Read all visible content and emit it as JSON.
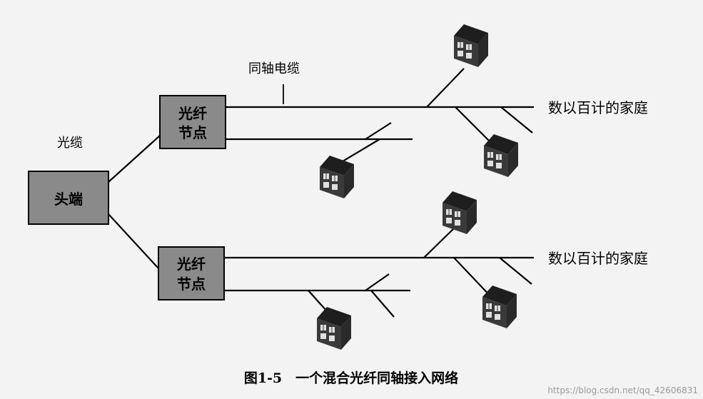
{
  "diagram": {
    "head_label": "头端",
    "fiber_node_line1": "光纤",
    "fiber_node_line2": "节点",
    "fiber_cable_label": "光缆",
    "coax_cable_label": "同轴电缆",
    "homes_label": "数以百计的家庭",
    "caption": "图1-5　一个混合光纤同轴接入网络",
    "watermark": "https://blog.csdn.net/qq_42606831"
  },
  "colors": {
    "box_fill": "#8a8a8a",
    "line": "#000000",
    "house_roof": "#1e1e1e",
    "house_wall": "#3a3a3a",
    "window": "#e0e0e0"
  }
}
